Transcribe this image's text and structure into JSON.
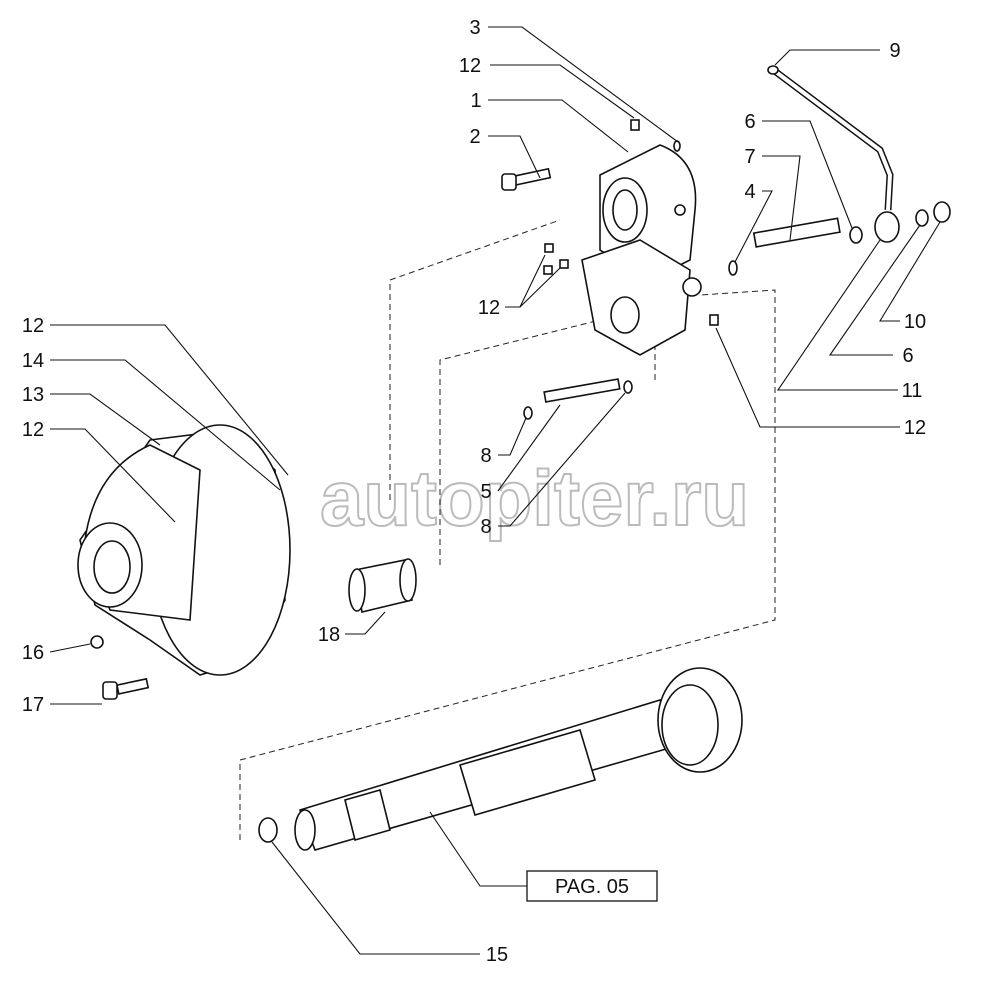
{
  "callouts": [
    "3",
    "12",
    "1",
    "2",
    "9",
    "6",
    "7",
    "4",
    "12",
    "10",
    "6",
    "11",
    "12",
    "12",
    "14",
    "13",
    "12",
    "8",
    "5",
    "8",
    "18",
    "16",
    "17",
    "15"
  ],
  "page_reference": "PAG. 05",
  "watermark": "autopiter.ru"
}
